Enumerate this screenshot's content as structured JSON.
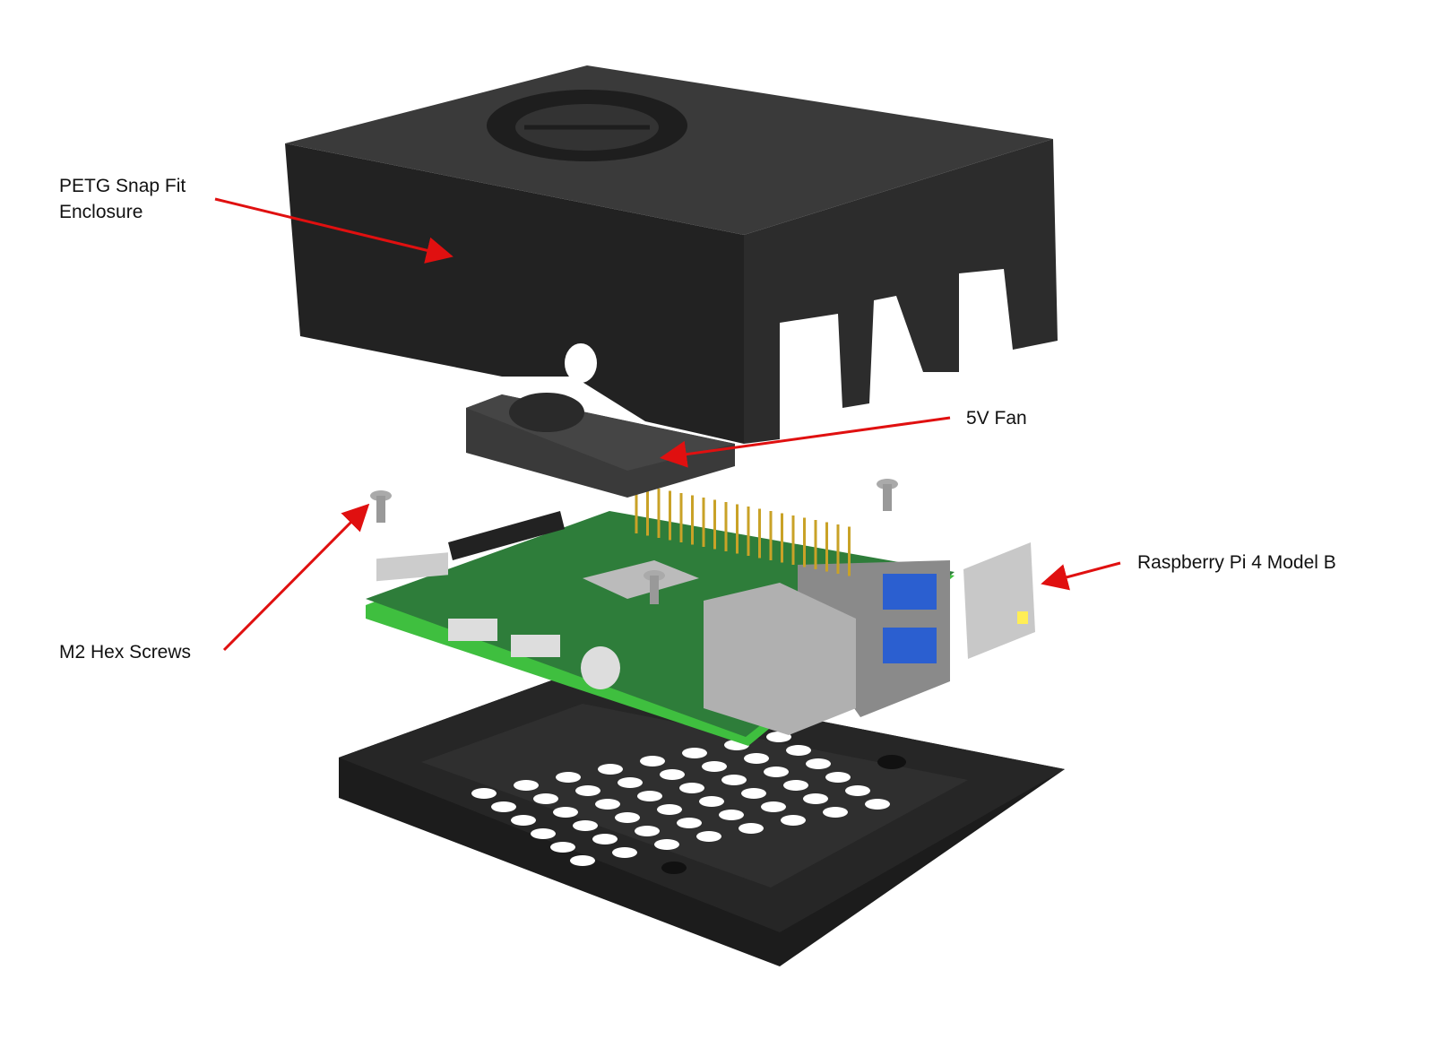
{
  "title": "Raspberry Pi 4 enclosure exploded view",
  "labels": {
    "enclosure_line1": "PETG Snap Fit",
    "enclosure_line2": "Enclosure",
    "fan": "5V Fan",
    "board": "Raspberry Pi 4 Model B",
    "screws": "M2 Hex Screws"
  },
  "colors": {
    "arrow": "#e01010",
    "enclosure": "#2b2b2b",
    "board": "#2e7d3a",
    "pcb_edge": "#3fbf3f",
    "pins": "#c9a227"
  }
}
